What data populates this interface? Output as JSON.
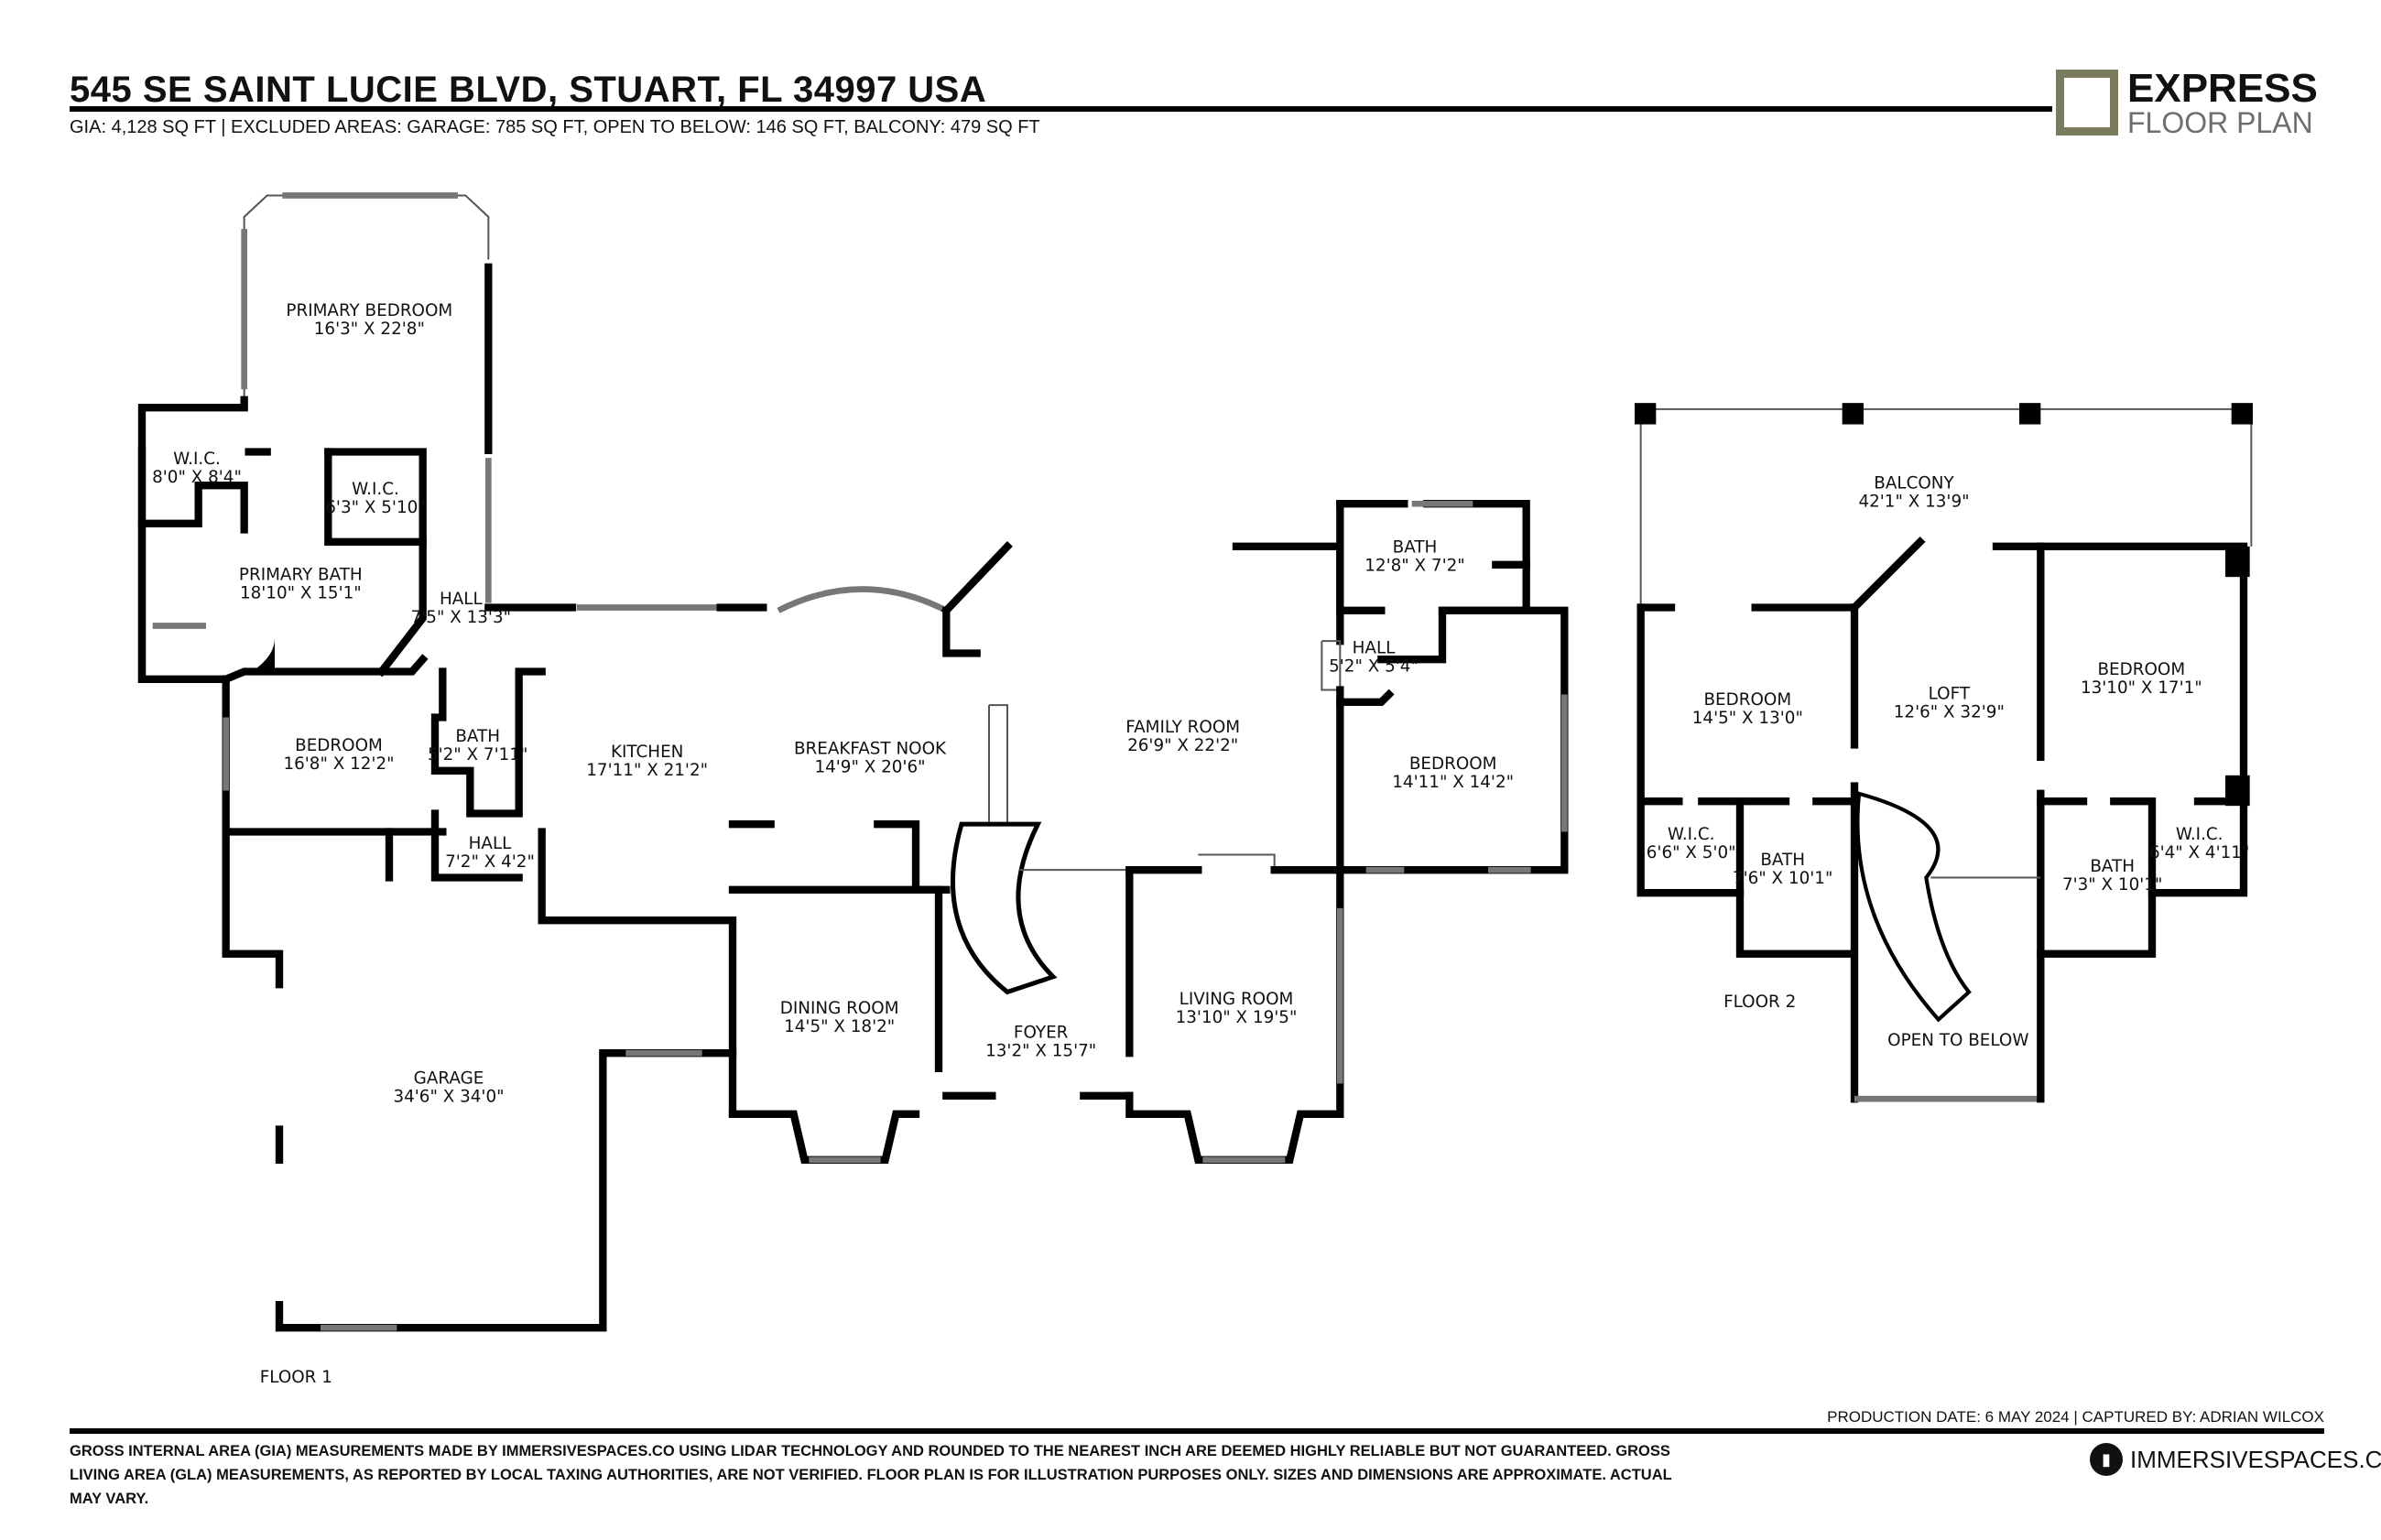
{
  "header": {
    "address": "545 SE SAINT LUCIE BLVD, STUART, FL 34997 USA",
    "areas": "GIA: 4,128 SQ FT |  EXCLUDED AREAS: GARAGE: 785 SQ FT, OPEN TO BELOW: 146 SQ FT, BALCONY: 479 SQ FT"
  },
  "logo": {
    "line1": "EXPRESS",
    "line2": "FLOOR PLAN",
    "accent_color": "#7a7a5c"
  },
  "floor1": {
    "label": "FLOOR 1",
    "rooms": [
      {
        "name": "PRIMARY BEDROOM",
        "dims": "16'3\" X 22'8\""
      },
      {
        "name": "W.I.C.",
        "dims": "8'0\" X 8'4\""
      },
      {
        "name": "W.I.C.",
        "dims": "6'3\" X 5'10\""
      },
      {
        "name": "PRIMARY BATH",
        "dims": "18'10\" X 15'1\""
      },
      {
        "name": "HALL",
        "dims": "7'5\" X 13'3\""
      },
      {
        "name": "BEDROOM",
        "dims": "16'8\" X 12'2\""
      },
      {
        "name": "BATH",
        "dims": "5'2\" X 7'11\""
      },
      {
        "name": "HALL",
        "dims": "7'2\" X 4'2\""
      },
      {
        "name": "KITCHEN",
        "dims": "17'11\" X 21'2\""
      },
      {
        "name": "BREAKFAST NOOK",
        "dims": "14'9\" X 20'6\""
      },
      {
        "name": "FAMILY ROOM",
        "dims": "26'9\" X 22'2\""
      },
      {
        "name": "BATH",
        "dims": "12'8\" X 7'2\""
      },
      {
        "name": "HALL",
        "dims": "5'2\" X 5'4\""
      },
      {
        "name": "BEDROOM",
        "dims": "14'11\" X 14'2\""
      },
      {
        "name": "DINING ROOM",
        "dims": "14'5\" X 18'2\""
      },
      {
        "name": "FOYER",
        "dims": "13'2\" X 15'7\""
      },
      {
        "name": "LIVING ROOM",
        "dims": "13'10\" X 19'5\""
      },
      {
        "name": "GARAGE",
        "dims": "34'6\" X 34'0\""
      }
    ]
  },
  "floor2": {
    "label": "FLOOR 2",
    "rooms": [
      {
        "name": "BALCONY",
        "dims": "42'1\" X 13'9\""
      },
      {
        "name": "BEDROOM",
        "dims": "14'5\" X 13'0\""
      },
      {
        "name": "LOFT",
        "dims": "12'6\" X 32'9\""
      },
      {
        "name": "BEDROOM",
        "dims": "13'10\" X 17'1\""
      },
      {
        "name": "W.I.C.",
        "dims": "6'6\" X 5'0\""
      },
      {
        "name": "BATH",
        "dims": "7'6\" X 10'1\""
      },
      {
        "name": "BATH",
        "dims": "7'3\" X 10'1\""
      },
      {
        "name": "W.I.C.",
        "dims": "6'4\" X 4'11\""
      }
    ],
    "open_to_below": "OPEN TO BELOW"
  },
  "footer": {
    "production": "PRODUCTION DATE: 6 MAY 2024  |  CAPTURED BY: ADRIAN WILCOX",
    "disclaimer": "GROSS INTERNAL AREA (GIA) MEASUREMENTS MADE BY IMMERSIVESPACES.CO USING LIDAR TECHNOLOGY AND ROUNDED TO THE NEAREST INCH ARE DEEMED HIGHLY RELIABLE BUT NOT GUARANTEED. GROSS LIVING AREA (GLA) MEASUREMENTS, AS REPORTED BY LOCAL TAXING AUTHORITIES, ARE NOT VERIFIED. FLOOR PLAN IS FOR ILLUSTRATION PURPOSES ONLY. SIZES AND DIMENSIONS ARE APPROXIMATE. ACTUAL MAY VARY.",
    "brand": "IMMERSIVESPACES.CO"
  }
}
